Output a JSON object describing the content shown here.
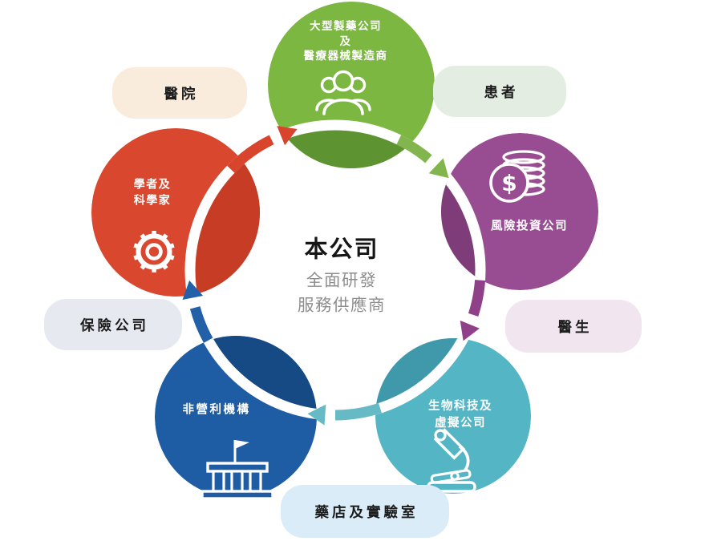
{
  "page": {
    "background": "#ffffff"
  },
  "diagram": {
    "center": {
      "title": "本公司",
      "subtitle": "全面研發\n服務供應商"
    },
    "circles": [
      {
        "name": "pharma-medical-device",
        "label": "大型製藥公司\n及\n醫療器械製造商",
        "color": "#7cb742",
        "dark_color": "#5d9331",
        "icon": "people-group-icon"
      },
      {
        "name": "venture-capital",
        "label": "風險投資公司",
        "color": "#984d92",
        "dark_color": "#7e3c79",
        "icon": "coins-icon"
      },
      {
        "name": "biotech-virtual",
        "label": "生物科技及\n虛擬公司",
        "color": "#54b5c5",
        "dark_color": "#3f99aa",
        "icon": "microscope-icon"
      },
      {
        "name": "nonprofit",
        "label": "非營利機構",
        "color": "#1e5ca3",
        "dark_color": "#164a85",
        "icon": "bank-icon"
      },
      {
        "name": "scholars-scientists",
        "label": "學者及\n科學家",
        "color": "#d9472e",
        "dark_color": "#c63c25",
        "icon": "gear-icon"
      }
    ],
    "coin_symbol": "$",
    "pills": [
      {
        "name": "hospital",
        "label": "醫院",
        "bg": "#f9ecdc"
      },
      {
        "name": "patient",
        "label": "患者",
        "bg": "#e3ede1"
      },
      {
        "name": "doctor",
        "label": "醫生",
        "bg": "#f1e6ef"
      },
      {
        "name": "insurance",
        "label": "保險公司",
        "bg": "#e7e9f1"
      },
      {
        "name": "pharmacy-lab",
        "label": "藥店及實驗室",
        "bg": "#daecf7"
      }
    ]
  }
}
